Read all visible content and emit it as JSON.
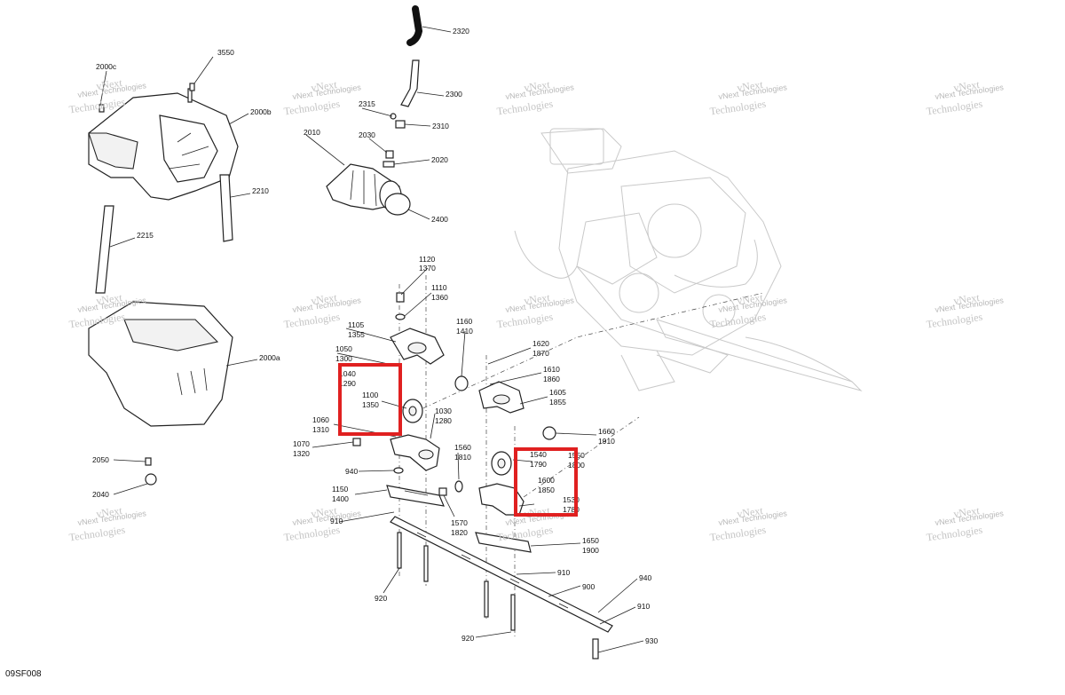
{
  "diagram": {
    "code": "09SF008",
    "watermark": {
      "line1": "vNext",
      "line2": "Technologies",
      "small": "vNext Technologies"
    },
    "labels": [
      {
        "id": "2000c",
        "t": "2000c"
      },
      {
        "id": "3550",
        "t": "3550"
      },
      {
        "id": "2000b",
        "t": "2000b"
      },
      {
        "id": "2210",
        "t": "2210"
      },
      {
        "id": "2215",
        "t": "2215"
      },
      {
        "id": "2000a",
        "t": "2000a"
      },
      {
        "id": "2050",
        "t": "2050"
      },
      {
        "id": "2040",
        "t": "2040"
      },
      {
        "id": "2320",
        "t": "2320"
      },
      {
        "id": "2300",
        "t": "2300"
      },
      {
        "id": "2315",
        "t": "2315"
      },
      {
        "id": "2310",
        "t": "2310"
      },
      {
        "id": "2030",
        "t": "2030"
      },
      {
        "id": "2010",
        "t": "2010"
      },
      {
        "id": "2020",
        "t": "2020"
      },
      {
        "id": "2400",
        "t": "2400"
      },
      {
        "id": "1120",
        "t": "1120"
      },
      {
        "id": "1370",
        "t": "1370"
      },
      {
        "id": "1110",
        "t": "1110"
      },
      {
        "id": "1360",
        "t": "1360"
      },
      {
        "id": "1105",
        "t": "1105"
      },
      {
        "id": "1355",
        "t": "1355"
      },
      {
        "id": "1160",
        "t": "1160"
      },
      {
        "id": "1410",
        "t": "1410"
      },
      {
        "id": "1050",
        "t": "1050"
      },
      {
        "id": "1300",
        "t": "1300"
      },
      {
        "id": "1040",
        "t": "1040"
      },
      {
        "id": "1290",
        "t": "1290"
      },
      {
        "id": "1100",
        "t": "1100"
      },
      {
        "id": "1350",
        "t": "1350"
      },
      {
        "id": "1620",
        "t": "1620"
      },
      {
        "id": "1870",
        "t": "1870"
      },
      {
        "id": "1610",
        "t": "1610"
      },
      {
        "id": "1860",
        "t": "1860"
      },
      {
        "id": "1605",
        "t": "1605"
      },
      {
        "id": "1855",
        "t": "1855"
      },
      {
        "id": "1030",
        "t": "1030"
      },
      {
        "id": "1280",
        "t": "1280"
      },
      {
        "id": "1060",
        "t": "1060"
      },
      {
        "id": "1310",
        "t": "1310"
      },
      {
        "id": "1070",
        "t": "1070"
      },
      {
        "id": "1320",
        "t": "1320"
      },
      {
        "id": "1660",
        "t": "1660"
      },
      {
        "id": "1910",
        "t": "1910"
      },
      {
        "id": "1560",
        "t": "1560"
      },
      {
        "id": "1810",
        "t": "1810"
      },
      {
        "id": "1540",
        "t": "1540"
      },
      {
        "id": "1790",
        "t": "1790"
      },
      {
        "id": "1550",
        "t": "1550"
      },
      {
        "id": "1800",
        "t": "1800"
      },
      {
        "id": "940a",
        "t": "940"
      },
      {
        "id": "1600",
        "t": "1600"
      },
      {
        "id": "1850",
        "t": "1850"
      },
      {
        "id": "1150",
        "t": "1150"
      },
      {
        "id": "1400",
        "t": "1400"
      },
      {
        "id": "1530",
        "t": "1530"
      },
      {
        "id": "1780",
        "t": "1780"
      },
      {
        "id": "910a",
        "t": "910"
      },
      {
        "id": "1570",
        "t": "1570"
      },
      {
        "id": "1820",
        "t": "1820"
      },
      {
        "id": "1650",
        "t": "1650"
      },
      {
        "id": "1900",
        "t": "1900"
      },
      {
        "id": "910b",
        "t": "910"
      },
      {
        "id": "900",
        "t": "900"
      },
      {
        "id": "920a",
        "t": "920"
      },
      {
        "id": "940b",
        "t": "940"
      },
      {
        "id": "910c",
        "t": "910"
      },
      {
        "id": "920b",
        "t": "920"
      },
      {
        "id": "930",
        "t": "930"
      }
    ],
    "highlight_color": "#e02020"
  }
}
